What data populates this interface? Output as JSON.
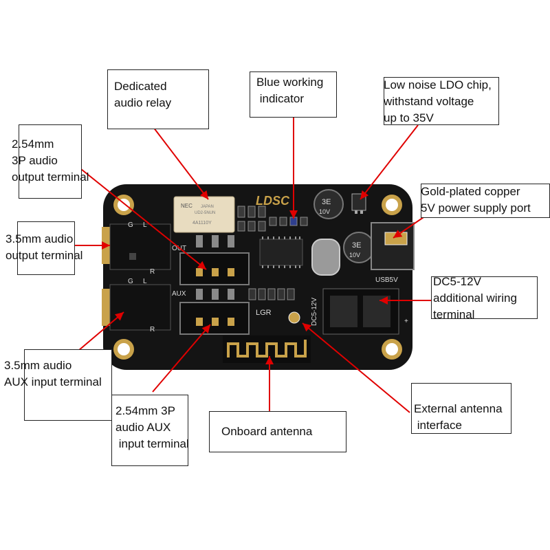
{
  "board": {
    "brand": "LDSC",
    "relay_marking": {
      "brand": "NEC",
      "line1": "JAPAN",
      "line2": "UD2-5NUN",
      "line3": "4A1110Y"
    },
    "cap1_marking": {
      "value": "3E",
      "rating": "10V"
    },
    "cap2_marking": {
      "value": "3E",
      "rating": "10V"
    },
    "silkscreen": {
      "out": "OUT",
      "aux": "AUX",
      "usb5v": "USB5V",
      "dc": "DC5-12V",
      "lgr": "LGR",
      "g": "G",
      "l": "L",
      "r": "R",
      "plus": "+",
      "minus": "-"
    },
    "colors": {
      "pcb": "#141414",
      "gold": "#c9a24a",
      "pad": "#8a8a8a",
      "arrow": "#e00000",
      "chip": "#222222"
    }
  },
  "callouts": {
    "relay": {
      "lines": [
        "Dedicated",
        "audio relay"
      ]
    },
    "blue_indicator": {
      "lines": [
        "Blue working",
        " indicator"
      ]
    },
    "ldo": {
      "lines": [
        "Low noise LDO chip,",
        "withstand voltage",
        "up to 35V"
      ]
    },
    "output_terminal_254": {
      "lines": [
        "2.54mm",
        "3P audio",
        "output terminal"
      ]
    },
    "usb_port": {
      "lines": [
        "Gold-plated copper",
        "5V power supply port"
      ]
    },
    "output_35": {
      "lines": [
        "3.5mm audio",
        "output terminal"
      ]
    },
    "dc_terminal": {
      "lines": [
        "DC5-12V",
        "additional wiring",
        "terminal"
      ]
    },
    "aux_35": {
      "lines": [
        "3.5mm audio",
        "AUX input terminal"
      ]
    },
    "aux_254": {
      "lines": [
        "2.54mm 3P",
        "audio AUX",
        " input terminal"
      ]
    },
    "antenna": {
      "lines": [
        "Onboard antenna"
      ]
    },
    "ext_antenna": {
      "lines": [
        "External antenna",
        " interface"
      ]
    }
  }
}
